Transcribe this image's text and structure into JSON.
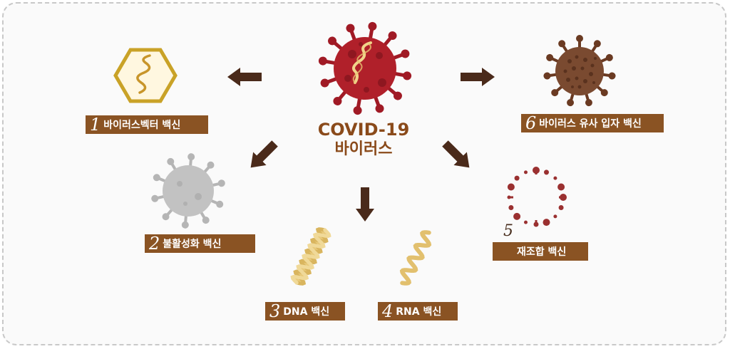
{
  "center": {
    "title_line1": "COVID-19",
    "title_line2": "바이러스"
  },
  "vaccines": [
    {
      "number": "1",
      "label": "바이러스벡터 백신"
    },
    {
      "number": "2",
      "label": "불활성화 백신"
    },
    {
      "number": "3",
      "label": "DNA 백신"
    },
    {
      "number": "4",
      "label": "RNA 백신"
    },
    {
      "number": "5",
      "label": "재조합 백신"
    },
    {
      "number": "6",
      "label": "바이러스 유사 입자 백신"
    }
  ],
  "colors": {
    "label_bg": "#8a5323",
    "label_text": "#ffffff",
    "title_text": "#8a4a1a",
    "arrow": "#4a2a1a",
    "covid_virus": "#b0202a",
    "inactivated_virus": "#c2c2c2",
    "vlp_virus": "#7a4a30",
    "recombinant_fragments": "#9a3030",
    "nucleic_acid": "#e8c97a",
    "hexagon_border": "#c9a227"
  }
}
